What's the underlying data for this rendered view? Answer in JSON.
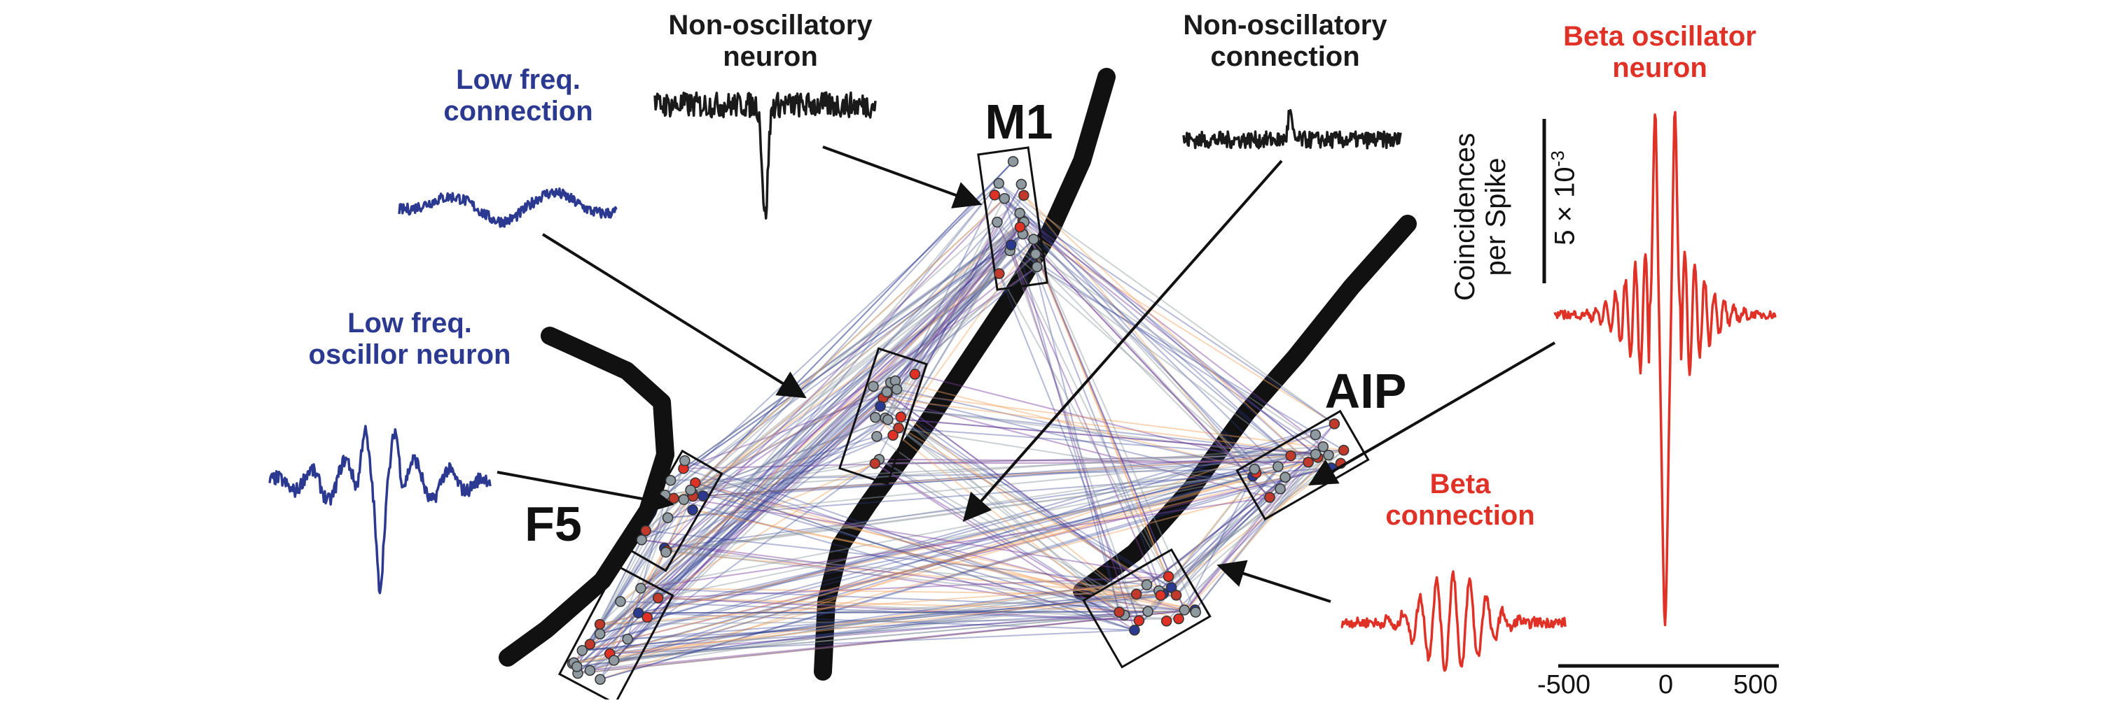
{
  "labels": {
    "non_osc_neuron": "Non-oscillatory\nneuron",
    "non_osc_connection": "Non-oscillatory\nconnection",
    "beta_osc_neuron": "Beta oscillator\nneuron",
    "low_freq_connection": "Low freq.\nconnection",
    "low_freq_neuron": "Low freq.\noscillor neuron",
    "beta_connection": "Beta\nconnection"
  },
  "areas": {
    "m1": "M1",
    "aip": "AIP",
    "f5": "F5"
  },
  "axis": {
    "y_label_1": "Coincidences",
    "y_label_2": "per Spike",
    "scale_bar": "5 × 10",
    "scale_exp": "-3",
    "x_ticks": [
      "-500",
      "0",
      "500"
    ]
  },
  "colors": {
    "blue": "#2b3990",
    "red": "#e03127",
    "black": "#1a1a1a",
    "gray": "#8e9aa0",
    "orange": "#f4a460",
    "purple": "#7b3f9e"
  }
}
